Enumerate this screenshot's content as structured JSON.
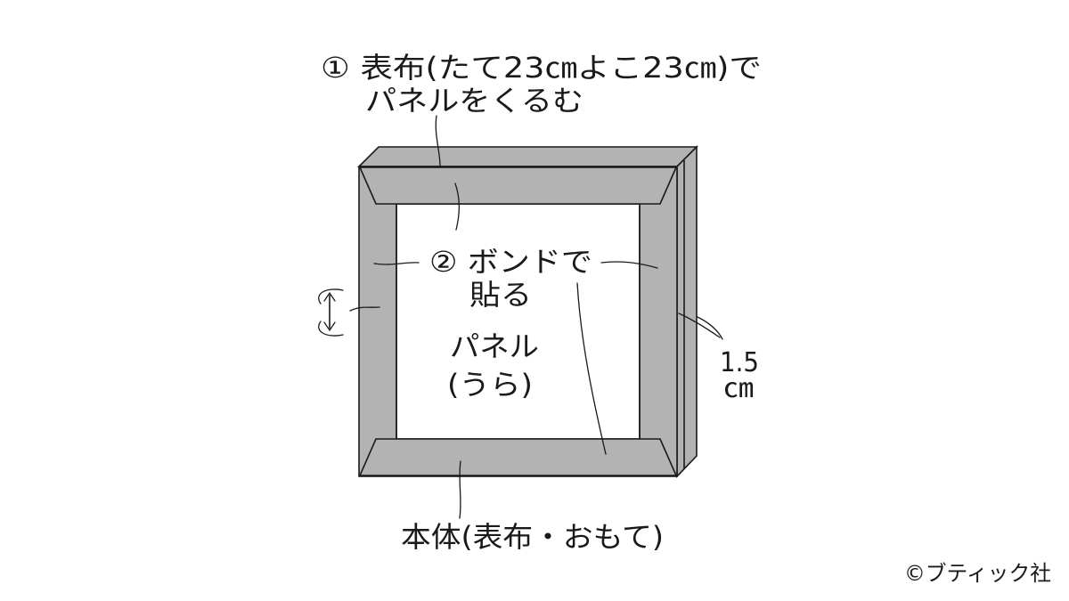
{
  "labels": {
    "top_line1": "① 表布(たて23㎝よこ23㎝)で",
    "top_line2": "パネルをくるむ",
    "bond_line1": "② ボンドで",
    "bond_line2": "貼る",
    "panel_line1": "パネル",
    "panel_line2": "(うら)",
    "dimension_value": "1.5",
    "dimension_unit": "㎝",
    "body": "本体(表布・おもて)",
    "copyright": "©ブティック社"
  },
  "icons": {
    "dimension_arrow": "double-headed-vertical-arrow-icon"
  },
  "colors": {
    "frame_fill": "#b3b3b3",
    "line": "#1a1a1a",
    "background": "#ffffff"
  }
}
